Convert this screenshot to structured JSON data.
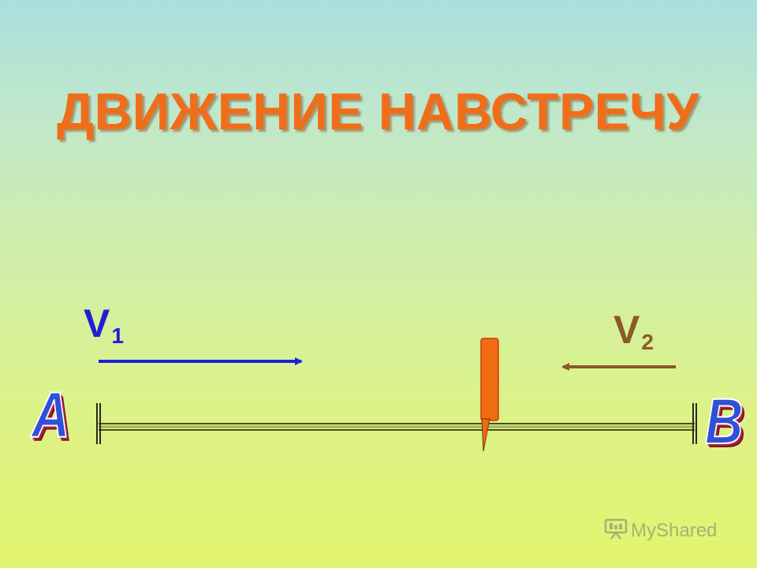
{
  "title": "ДВИЖЕНИЕ НАВСТРЕЧУ",
  "velocities": {
    "v1": {
      "symbol": "V",
      "subscript": "1",
      "color": "#1f1fd8",
      "direction": "right"
    },
    "v2": {
      "symbol": "V",
      "subscript": "2",
      "color": "#8a5a28",
      "direction": "left"
    }
  },
  "points": {
    "a": "A",
    "b": "B"
  },
  "colors": {
    "title": "#f06d1a",
    "track": "#4a4a2a",
    "meeting_marker": "#f26a12",
    "point_labels": "#3050d8"
  },
  "watermark": {
    "text": "MyShared",
    "icon": "presentation-board-icon"
  }
}
